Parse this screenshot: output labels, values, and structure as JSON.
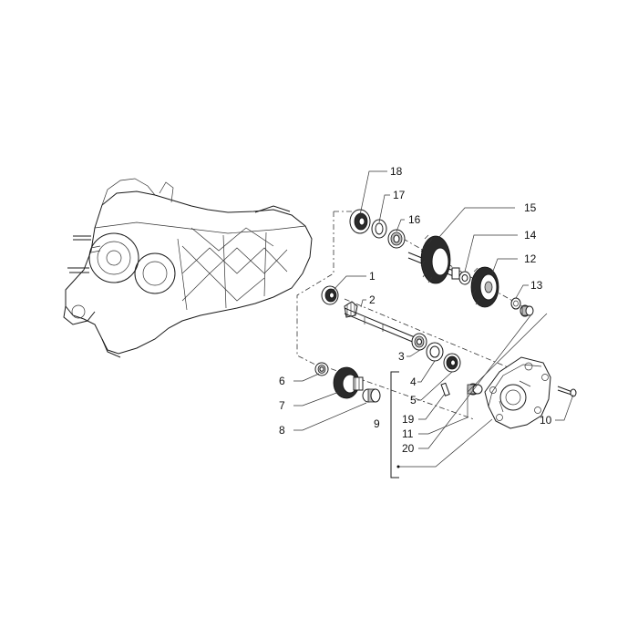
{
  "diagram": {
    "callouts": [
      {
        "id": "callout-1",
        "text": "1"
      },
      {
        "id": "callout-2",
        "text": "2"
      },
      {
        "id": "callout-3",
        "text": "3"
      },
      {
        "id": "callout-4",
        "text": "4"
      },
      {
        "id": "callout-5",
        "text": "5"
      },
      {
        "id": "callout-6",
        "text": "6"
      },
      {
        "id": "callout-7",
        "text": "7"
      },
      {
        "id": "callout-8",
        "text": "8"
      },
      {
        "id": "callout-9",
        "text": "9"
      },
      {
        "id": "callout-10",
        "text": "10"
      },
      {
        "id": "callout-11",
        "text": "11"
      },
      {
        "id": "callout-12",
        "text": "12"
      },
      {
        "id": "callout-13",
        "text": "13"
      },
      {
        "id": "callout-14",
        "text": "14"
      },
      {
        "id": "callout-15",
        "text": "15"
      },
      {
        "id": "callout-16",
        "text": "16"
      },
      {
        "id": "callout-17",
        "text": "17"
      },
      {
        "id": "callout-18",
        "text": "18"
      },
      {
        "id": "callout-19",
        "text": "19"
      },
      {
        "id": "callout-20",
        "text": "20"
      }
    ]
  }
}
